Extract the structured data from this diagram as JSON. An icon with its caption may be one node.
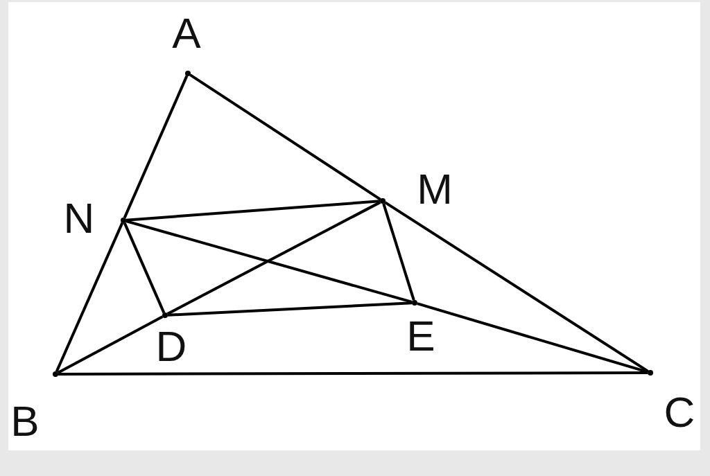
{
  "diagram": {
    "nodes": [
      {
        "text": [],
        "shape": "dot",
        "beside": [
          "A"
        ]
      },
      {
        "text": [],
        "shape": "dot",
        "beside": [
          "B"
        ]
      },
      {
        "text": [],
        "shape": "dot",
        "beside": [
          "C"
        ]
      },
      {
        "text": [],
        "shape": "dot",
        "beside": [
          "N"
        ]
      },
      {
        "text": [],
        "shape": "dot",
        "beside": [
          "M"
        ]
      },
      {
        "text": [],
        "shape": "dot",
        "beside": [
          "D"
        ]
      },
      {
        "text": [],
        "shape": "dot",
        "beside": [
          "E"
        ]
      }
    ],
    "edges": [
      {
        "from": 0,
        "to": 3,
        "arrow": "none"
      },
      {
        "from": 3,
        "to": 1,
        "arrow": "none"
      },
      {
        "from": 0,
        "to": 4,
        "arrow": "none"
      },
      {
        "from": 4,
        "to": 2,
        "arrow": "none"
      },
      {
        "from": 1,
        "to": 2,
        "arrow": "none"
      },
      {
        "from": 3,
        "to": 4,
        "arrow": "none"
      },
      {
        "from": 3,
        "to": 5,
        "arrow": "none"
      },
      {
        "from": 3,
        "to": 6,
        "arrow": "none"
      },
      {
        "from": 6,
        "to": 2,
        "arrow": "none"
      },
      {
        "from": 1,
        "to": 5,
        "arrow": "none"
      },
      {
        "from": 5,
        "to": 4,
        "arrow": "none"
      },
      {
        "from": 5,
        "to": 6,
        "arrow": "none"
      },
      {
        "from": 4,
        "to": 6,
        "arrow": "none"
      }
    ]
  }
}
